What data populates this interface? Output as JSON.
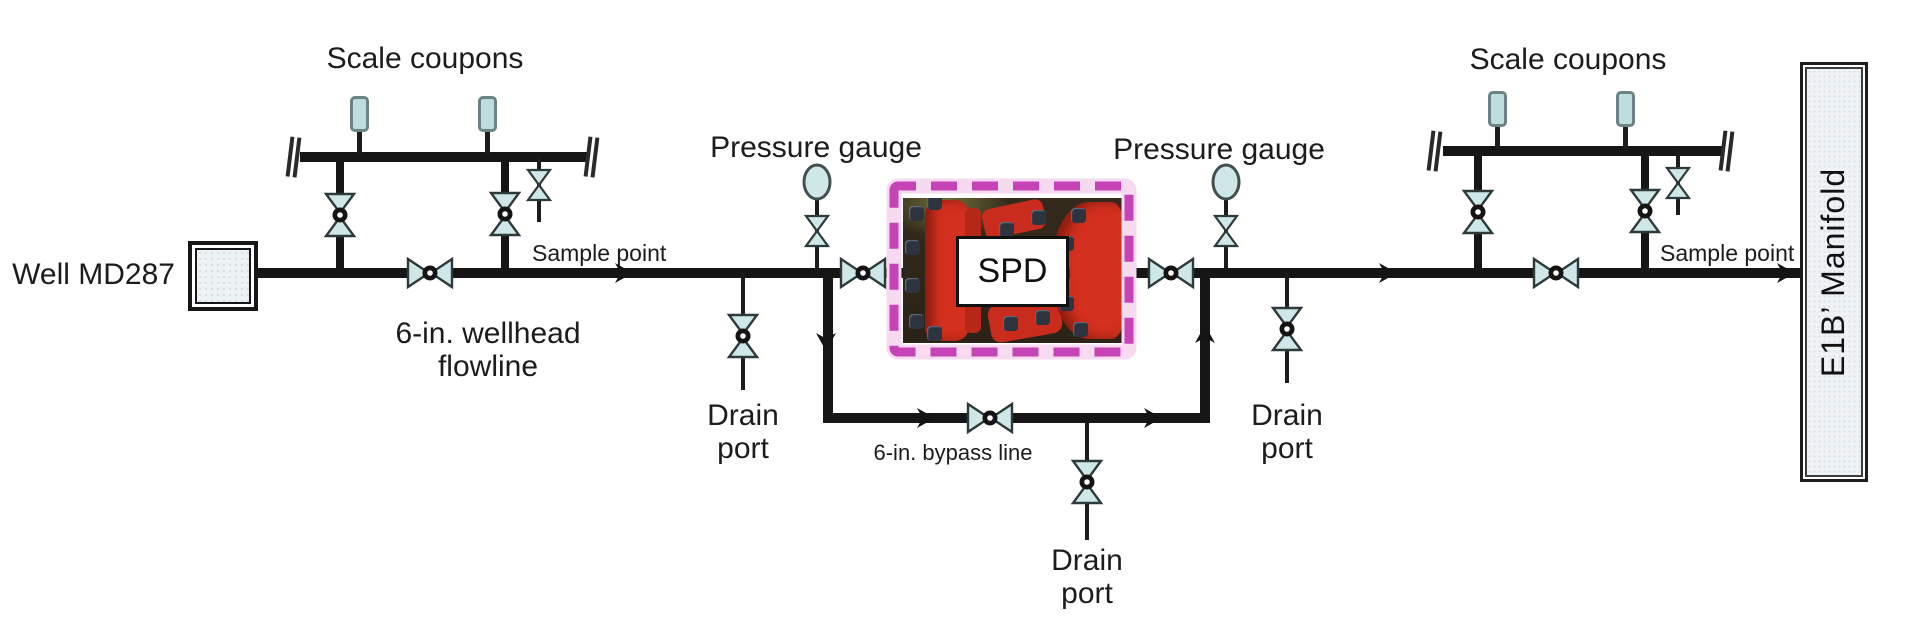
{
  "diagram": {
    "well": {
      "label": "Well MD287"
    },
    "coupon_station_left": {
      "label": "Scale coupons"
    },
    "coupon_station_right": {
      "label": "Scale coupons"
    },
    "flowline": {
      "label": [
        "6-in. wellhead",
        "flowline"
      ]
    },
    "sample_point_left": {
      "label": "Sample point"
    },
    "sample_point_right": {
      "label": "Sample point"
    },
    "pressure_gauge_left": {
      "label": "Pressure gauge"
    },
    "pressure_gauge_right": {
      "label": "Pressure gauge"
    },
    "drain_port_flowline": {
      "label": [
        "Drain",
        "port"
      ]
    },
    "drain_port_bypass": {
      "label": [
        "Drain",
        "port"
      ]
    },
    "drain_port_outlet": {
      "label": [
        "Drain",
        "port"
      ]
    },
    "bypass": {
      "label": "6-in. bypass line"
    },
    "spd": {
      "label": "SPD"
    },
    "manifold": {
      "label": "E1B’ Manifold"
    }
  },
  "colors": {
    "pipe": "#161616",
    "valve_fill": "#cfe7e9",
    "valve_outline": "#2e3a3a",
    "gauge_fill": "#cfe7e9",
    "coupon_fill": "#bedde1",
    "spd_dash": "#c543b5",
    "spd_dash_band": "#f7d9f0",
    "spd_photo_red": "#d4301f",
    "spd_photo_background": "#3f3322",
    "manifold_fill": "#f0f3f6",
    "text": "#1c1c1c"
  }
}
